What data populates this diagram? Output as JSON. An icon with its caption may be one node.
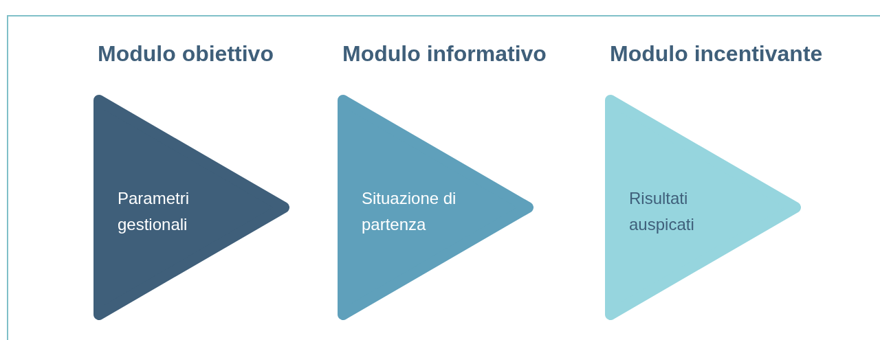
{
  "diagram": {
    "nodes": [
      {
        "text": [
          "Modulo obiettivo",
          "Parametri gestionali"
        ]
      },
      {
        "text": [
          "Modulo informativo",
          "Situazione di partenza"
        ]
      },
      {
        "text": [
          "Modulo incentivante",
          "Risultati auspicati"
        ]
      }
    ]
  }
}
